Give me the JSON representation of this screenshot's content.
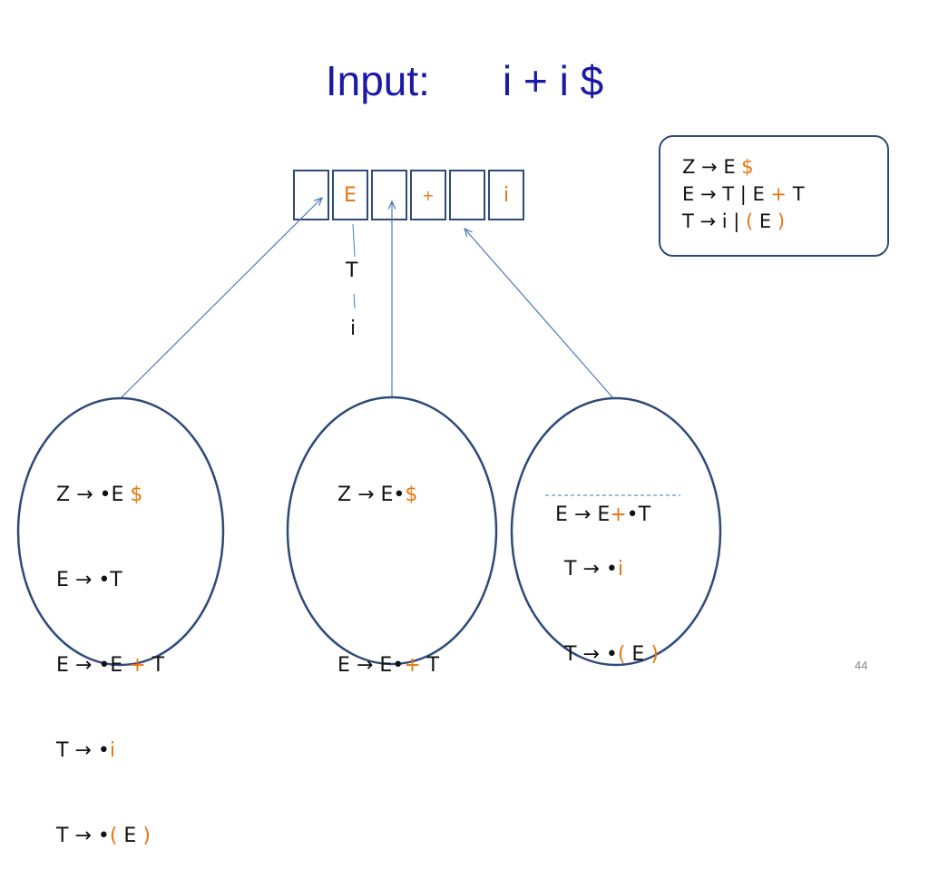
{
  "title": {
    "label": "Input:",
    "input": "i + i $"
  },
  "grammar": [
    [
      {
        "t": "Z → E "
      },
      {
        "t": "$",
        "o": true
      }
    ],
    [
      {
        "t": "E → T | E "
      },
      {
        "t": "+",
        "o": true
      },
      {
        "t": " T"
      }
    ],
    [
      {
        "t": "T → i | "
      },
      {
        "t": "(",
        "o": true
      },
      {
        "t": " E "
      },
      {
        "t": ")",
        "o": true
      }
    ]
  ],
  "stack": [
    "",
    "E",
    "",
    "+",
    "",
    "i"
  ],
  "tree": {
    "t": "T",
    "i": "i"
  },
  "sets": {
    "left": [
      [
        {
          "t": "Z → •E "
        },
        {
          "t": "$",
          "o": true
        }
      ],
      [
        {
          "t": "E → •T"
        }
      ],
      [
        {
          "t": "E → •E "
        },
        {
          "t": "+",
          "o": true
        },
        {
          "t": " T"
        }
      ],
      [
        {
          "t": "T → •"
        },
        {
          "t": "i",
          "o": true
        }
      ],
      [
        {
          "t": "T → •"
        },
        {
          "t": "(",
          "o": true
        },
        {
          "t": " E "
        },
        {
          "t": ")",
          "o": true
        }
      ]
    ],
    "middle_top": [
      {
        "t": "Z → E•"
      },
      {
        "t": "$",
        "o": true
      }
    ],
    "middle_bottom": [
      {
        "t": "E → E•"
      },
      {
        "t": "+",
        "o": true
      },
      {
        "t": " T"
      }
    ],
    "right_kernel": [
      {
        "t": "E → E"
      },
      {
        "t": "+",
        "o": true
      },
      {
        "t": "•T"
      }
    ],
    "right_closure": [
      [
        {
          "t": "T → •"
        },
        {
          "t": "i",
          "o": true
        }
      ],
      [
        {
          "t": "T → •"
        },
        {
          "t": "(",
          "o": true
        },
        {
          "t": " E "
        },
        {
          "t": ")",
          "o": true
        }
      ]
    ]
  },
  "page_number": "44",
  "colors": {
    "accent": "#e8750c",
    "title": "#1a1aa6",
    "stroke": "#2f4a78",
    "arrow": "#4a7ab8"
  }
}
